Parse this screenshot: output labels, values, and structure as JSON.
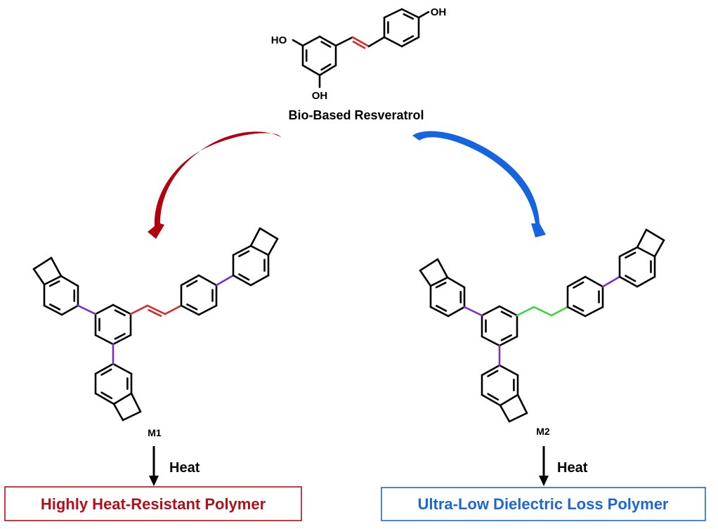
{
  "resveratrol": {
    "title": "Bio-Based Resveratrol",
    "substituents": [
      "HO",
      "OH",
      "OH"
    ],
    "highlight_bond": "C=C (vinylene)"
  },
  "monomers": [
    {
      "label": "M1",
      "linker": "vinylene (C=C)",
      "condition": "Heat",
      "product": "Highly Heat-Resistant Polymer"
    },
    {
      "label": "M2",
      "linker": "ethylene (C-C)",
      "condition": "Heat",
      "product": "Ultra-Low Dielectric Loss Polymer"
    }
  ],
  "colors": {
    "red_arrow": "#b3000f",
    "blue_arrow": "#1565e0",
    "vinylene_bond": "#d42a2a",
    "ethylene_bond": "#3cd43c",
    "aryl_bond": "#7a2fc4",
    "product1": "#b0111b",
    "product2": "#1d66d6"
  }
}
